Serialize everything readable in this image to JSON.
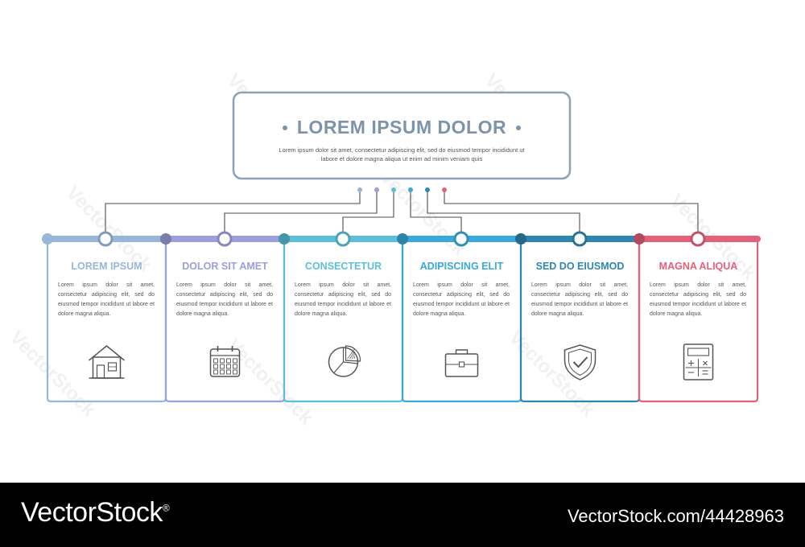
{
  "title": {
    "text": "LOREM IPSUM DOLOR",
    "body": "Lorem ipsum dolor sit amet, consectetur adipiscing elit, sed do eiusmod tempor incididunt ut labore et dolore magna aliqua ut enim ad minim veniam quis",
    "color": "#7d93aa"
  },
  "cards": [
    {
      "heading": "LOREM IPSUM",
      "body": "Lorem ipsum dolor sit amet, consectetur adipiscing elit, sed do eiusmod tempor incididunt ut labore et dolore magna aliqua.",
      "color": "#97b7d9",
      "icon": "house-icon"
    },
    {
      "heading": "DOLOR SIT AMET",
      "body": "Lorem ipsum dolor sit amet, consectetur adipiscing elit, sed do eiusmod tempor incididunt ut labore et dolore magna aliqua.",
      "color": "#9b9fdc",
      "icon": "calendar-icon"
    },
    {
      "heading": "CONSECTETUR",
      "body": "Lorem ipsum dolor sit amet, consectetur adipiscing elit, sed do eiusmod tempor incididunt ut labore et dolore magna aliqua.",
      "color": "#5bbfd9",
      "icon": "pie-chart-icon"
    },
    {
      "heading": "ADIPISCING ELIT",
      "body": "Lorem ipsum dolor sit amet, consectetur adipiscing elit, sed do eiusmod tempor incididunt ut labore et dolore magna aliqua.",
      "color": "#38a9d9",
      "icon": "briefcase-icon"
    },
    {
      "heading": "SED DO EIUSMOD",
      "body": "Lorem ipsum dolor sit amet, consectetur adipiscing elit, sed do eiusmod tempor incididunt ut labore et dolore magna aliqua.",
      "color": "#2e87b1",
      "icon": "shield-check-icon"
    },
    {
      "heading": "MAGNA ALIQUA",
      "body": "Lorem ipsum dolor sit amet, consectetur adipiscing elit, sed do eiusmod tempor incididunt ut labore et dolore magna aliqua.",
      "color": "#e5607b",
      "icon": "calculator-icon"
    }
  ],
  "connector_color": "#4d4d4d",
  "footer": {
    "brand": "VectorStock",
    "trademark": "®",
    "image_id": "VectorStock.com/44428963"
  },
  "watermark": "VectorStock"
}
